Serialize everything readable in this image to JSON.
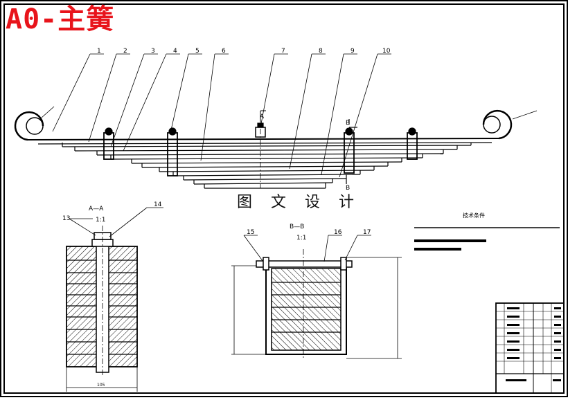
{
  "title": "A0-主簧",
  "watermark": "图 文 设 计",
  "balloons": [
    "1",
    "2",
    "3",
    "4",
    "5",
    "6",
    "7",
    "8",
    "9",
    "10",
    "13",
    "14",
    "15",
    "16",
    "17"
  ],
  "section_a": {
    "label": "A—A",
    "scale": "1:1",
    "mark": "A"
  },
  "section_b": {
    "label": "B—B",
    "scale": "1:1",
    "mark": "B"
  },
  "tech_requirements": {
    "heading": "技术条件"
  },
  "dims": {
    "width_a": "105"
  }
}
